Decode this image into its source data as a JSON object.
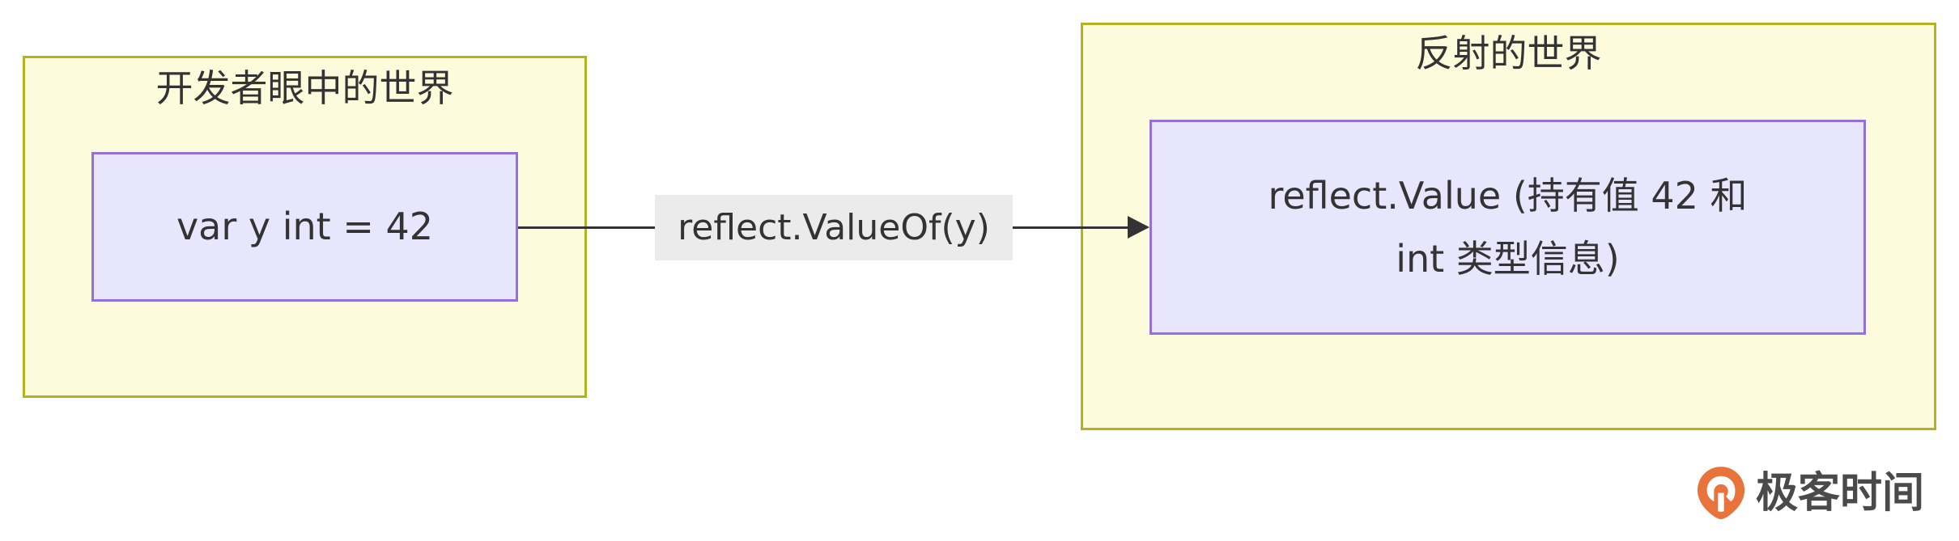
{
  "diagram": {
    "type": "flow",
    "background_color": "#ffffff",
    "groups": [
      {
        "id": "developer",
        "title": "开发者眼中的世界",
        "fill": "#fcfcdd",
        "border": "#b3b31f"
      },
      {
        "id": "reflection",
        "title": "反射的世界",
        "fill": "#fcfcdd",
        "border": "#b3b31f"
      }
    ],
    "nodes": [
      {
        "id": "var",
        "label": "var y int = 42",
        "fill": "#e8e6fd",
        "border": "#9370db"
      },
      {
        "id": "reflect_value",
        "label_line1": "reflect.Value (持有值 42 和",
        "label_line2": "int 类型信息)",
        "fill": "#e8e6fd",
        "border": "#9370db"
      }
    ],
    "edges": [
      {
        "id": "valueof",
        "from": "var",
        "to": "reflect_value",
        "label": "reflect.ValueOf(y)",
        "label_background": "#ebebeb",
        "line_color": "#333333",
        "arrow": "end"
      }
    ]
  },
  "watermark": {
    "brand": "极客时间",
    "icon": "geektime-pin-logo",
    "accent_color": "#e8743b",
    "text_color": "#4a4a4a"
  }
}
